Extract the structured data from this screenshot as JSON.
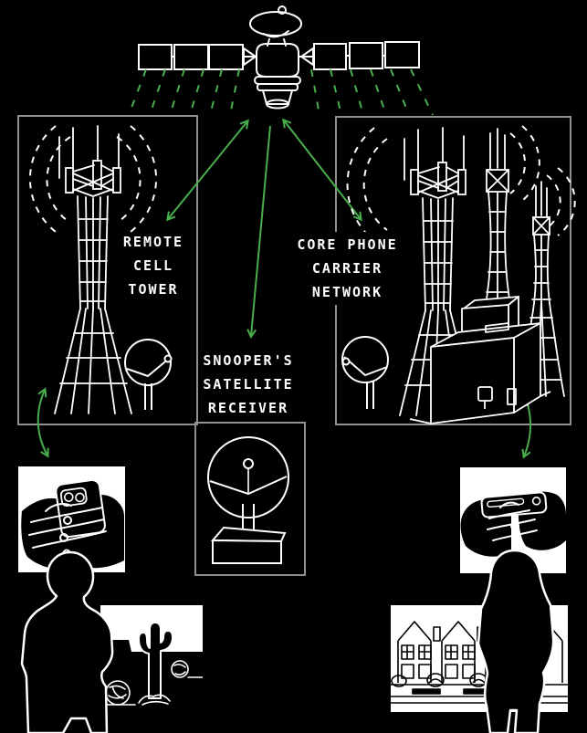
{
  "diagram": {
    "title": "Satellite phone-call interception diagram",
    "colors": {
      "background": "#000000",
      "line": "#ffffff",
      "accent_green": "#49ae4d",
      "box_border": "#8f8f8f"
    },
    "nodes": {
      "satellite": {
        "name": "communications satellite"
      },
      "remote_cell_tower": {
        "lines": [
          "REMOTE",
          "CELL",
          "TOWER"
        ]
      },
      "core_network": {
        "lines": [
          "CORE PHONE",
          "CARRIER",
          "NETWORK"
        ]
      },
      "snooper": {
        "lines": [
          "SNOOPER'S",
          "SATELLITE",
          "RECEIVER"
        ]
      },
      "phone_user_left": {
        "name": "caller holding phone, desert scene"
      },
      "phone_user_right": {
        "name": "caller holding phone, suburban street scene"
      }
    },
    "connections": [
      {
        "from": "remote-cell-tower",
        "to": "satellite",
        "type": "bidirectional-arrow"
      },
      {
        "from": "satellite",
        "to": "snoopers-satellite-receiver",
        "type": "arrow"
      },
      {
        "from": "core-phone-carrier-network",
        "to": "satellite",
        "type": "bidirectional-arrow"
      },
      {
        "from": "remote-cell-tower",
        "to": "left-phone-user",
        "type": "bidirectional-curved-arrow"
      },
      {
        "from": "core-phone-carrier-network",
        "to": "right-phone-user",
        "type": "bidirectional-curved-arrow"
      }
    ]
  }
}
